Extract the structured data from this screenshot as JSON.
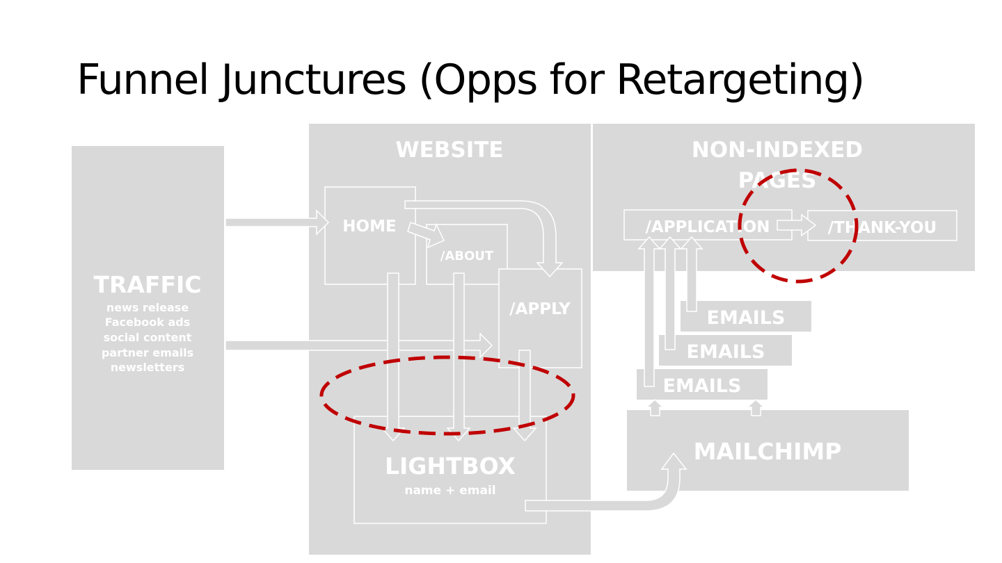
{
  "title": "Funnel Junctures (Opps for Retargeting)",
  "traffic": {
    "heading": "TRAFFIC",
    "sources": [
      "news release",
      "Facebook ads",
      "social content",
      "partner emails",
      "newsletters"
    ]
  },
  "website": {
    "heading": "WEBSITE",
    "home": "HOME",
    "about": "/ABOUT",
    "apply": "/APPLY",
    "lightbox": "LIGHTBOX",
    "lightbox_sub": "name + email"
  },
  "non_indexed": {
    "heading_line1": "NON-INDEXED",
    "heading_line2": "PAGES",
    "application": "/APPLICATION",
    "thank_you": "/THANK-YOU"
  },
  "emails": [
    "EMAILS",
    "EMAILS",
    "EMAILS"
  ],
  "mailchimp": "MAILCHIMP",
  "colors": {
    "panel": "#d9d9d9",
    "highlight": "#c00000",
    "text": "#ffffff"
  }
}
